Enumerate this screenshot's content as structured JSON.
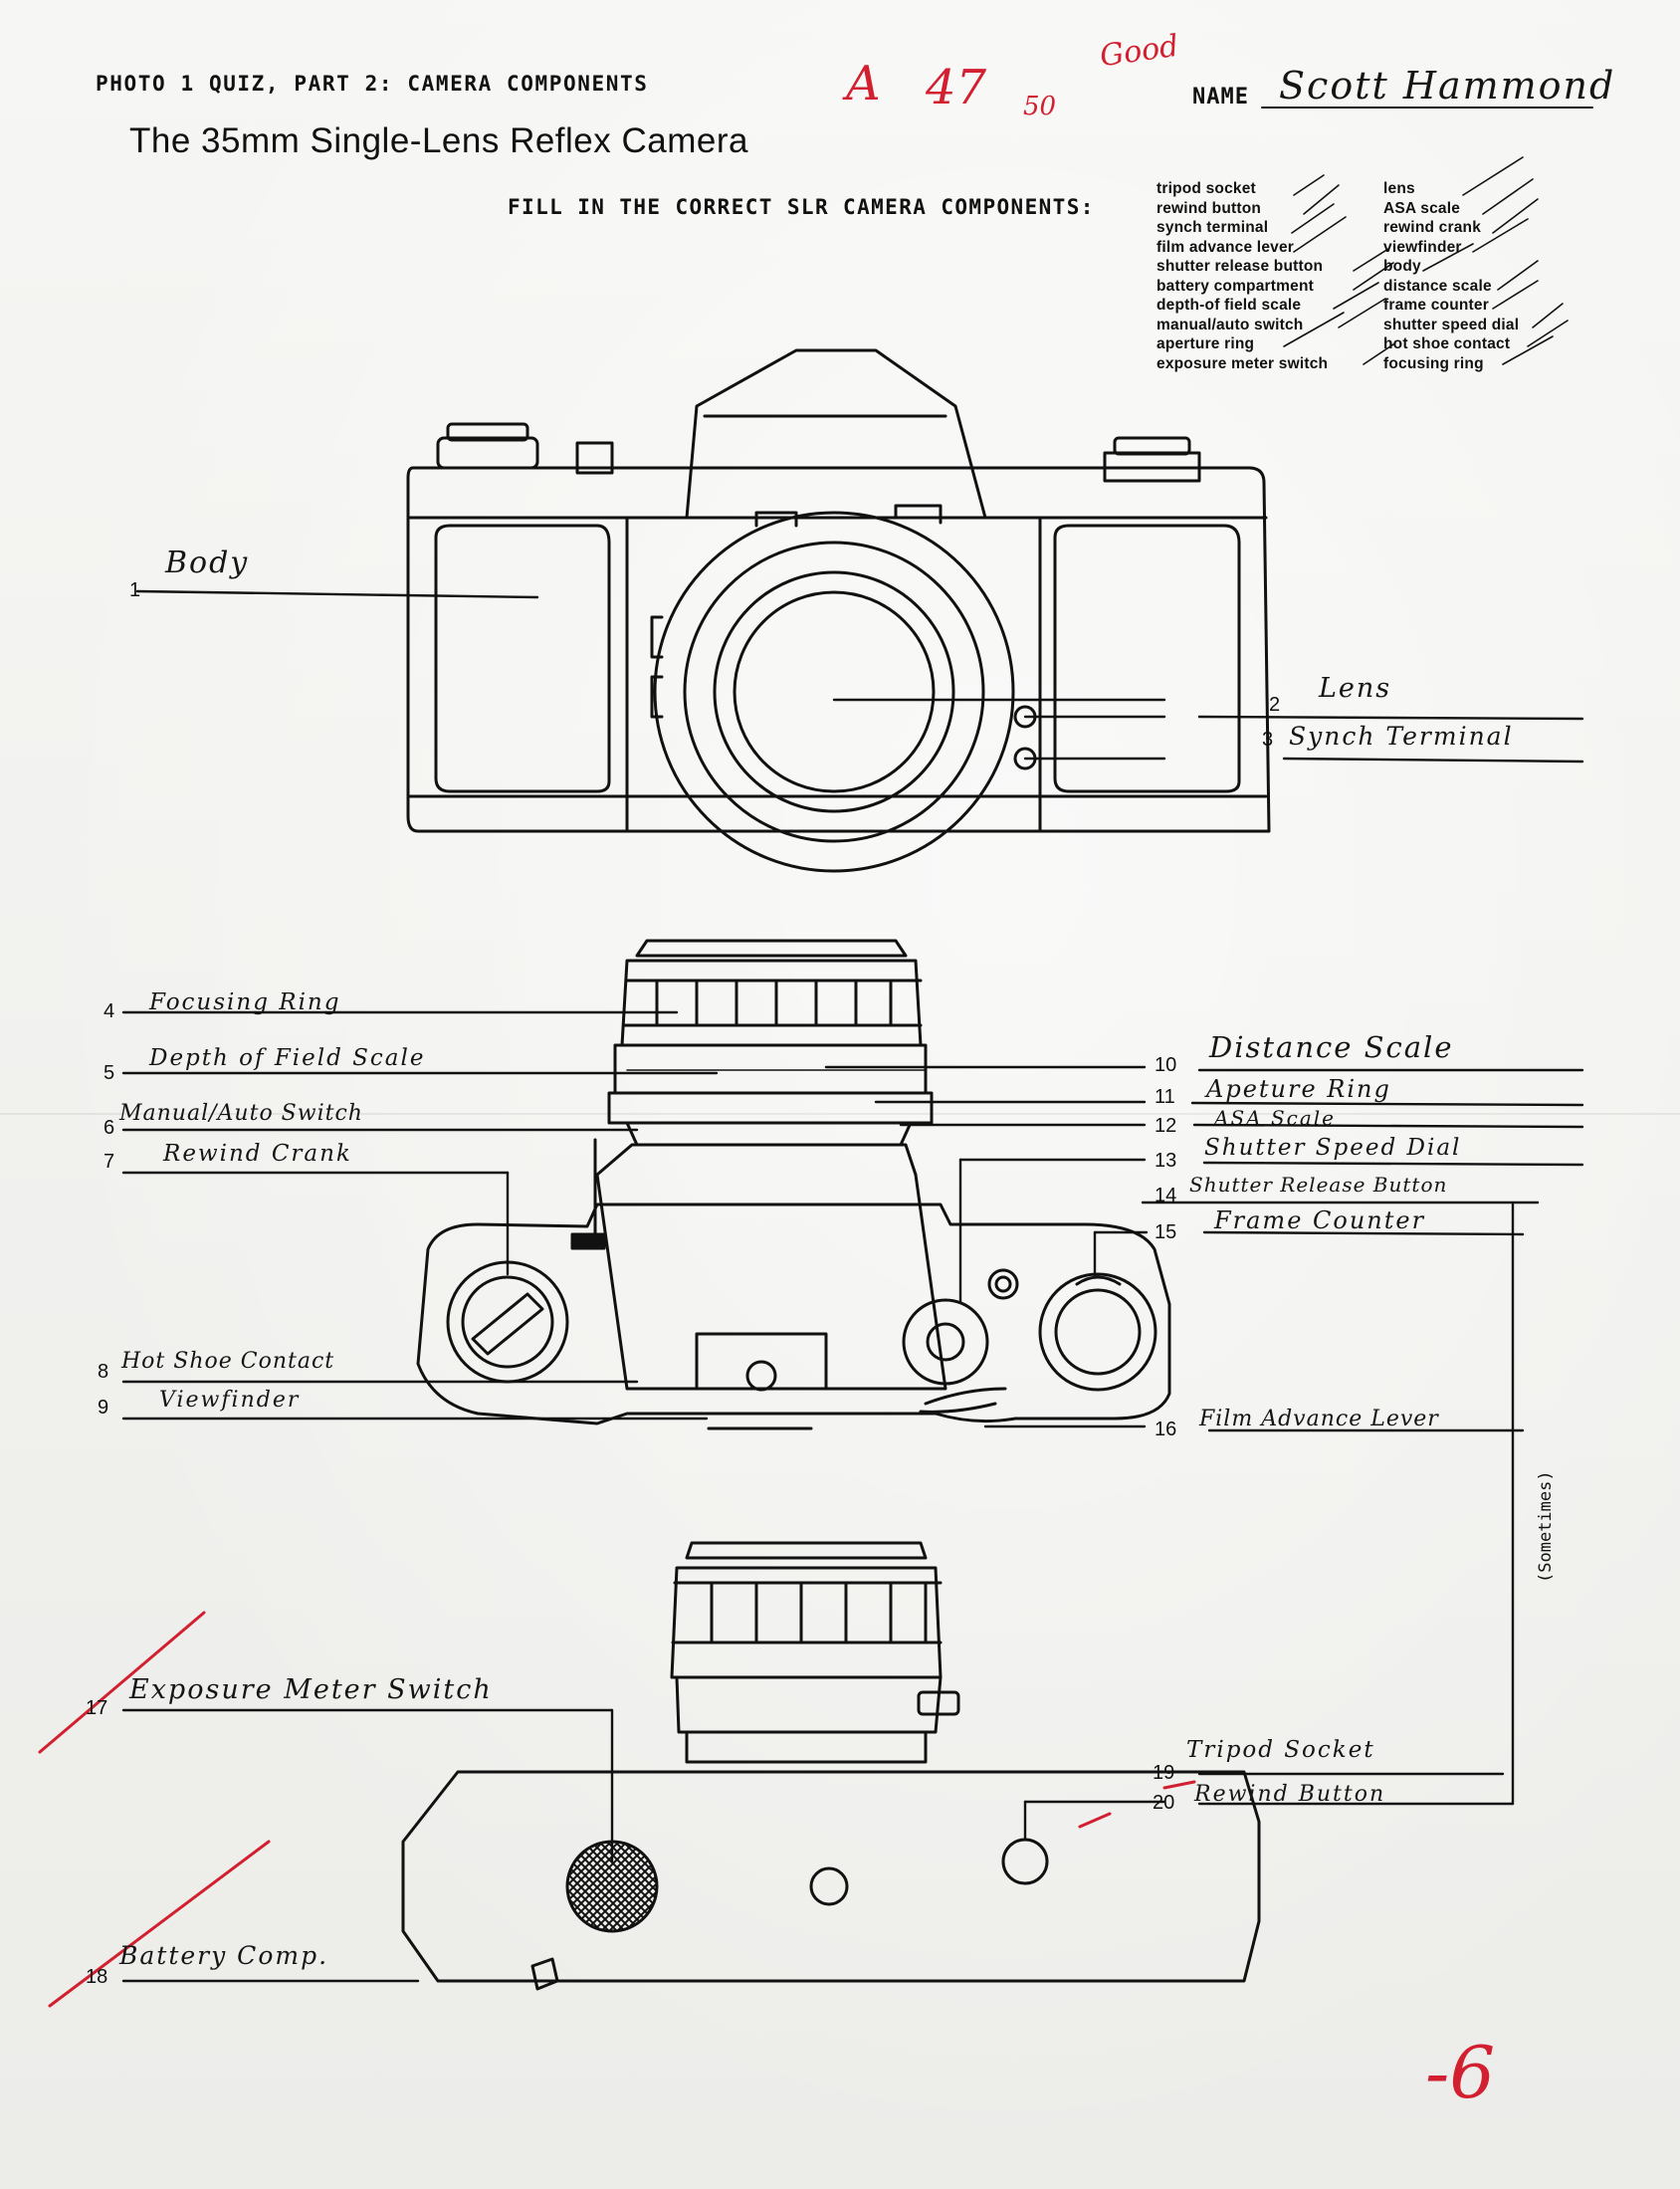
{
  "header": {
    "quiz_title": "PHOTO 1 QUIZ, PART 2: CAMERA COMPONENTS",
    "subtitle": "The 35mm Single-Lens Reflex Camera",
    "instruction": "FILL IN THE CORRECT SLR CAMERA COMPONENTS:",
    "name_label": "NAME",
    "student_name": "Scott Hammond"
  },
  "grading": {
    "letter_grade": "A",
    "score": "47",
    "score_total": "50",
    "comment": "Good",
    "deduction": "-6"
  },
  "word_bank": {
    "left": [
      "tripod socket",
      "rewind button",
      "synch terminal",
      "film advance lever",
      "shutter release button",
      "battery compartment",
      "depth-of field scale",
      "manual/auto switch",
      "aperture ring",
      "exposure meter switch"
    ],
    "right": [
      "lens",
      "ASA scale",
      "rewind crank",
      "viewfinder",
      "body",
      "distance scale",
      "frame counter",
      "shutter speed dial",
      "hot shoe contact",
      "focusing ring"
    ]
  },
  "labels": [
    {
      "number": "1",
      "answer": "Body"
    },
    {
      "number": "2",
      "answer": "Lens"
    },
    {
      "number": "3",
      "answer": "Synch Terminal"
    },
    {
      "number": "4",
      "answer": "Focusing Ring"
    },
    {
      "number": "5",
      "answer": "Depth of Field Scale"
    },
    {
      "number": "6",
      "answer": "Manual/Auto Switch"
    },
    {
      "number": "7",
      "answer": "Rewind Crank"
    },
    {
      "number": "8",
      "answer": "Hot Shoe Contact"
    },
    {
      "number": "9",
      "answer": "Viewfinder"
    },
    {
      "number": "10",
      "answer": "Distance Scale"
    },
    {
      "number": "11",
      "answer": "Apeture Ring"
    },
    {
      "number": "12",
      "answer": "ASA Scale"
    },
    {
      "number": "13",
      "answer": "Shutter Speed Dial"
    },
    {
      "number": "14",
      "answer": "Shutter Release Button"
    },
    {
      "number": "15",
      "answer": "Frame Counter"
    },
    {
      "number": "16",
      "answer": "Film Advance Lever"
    },
    {
      "number": "17",
      "answer": "Exposure Meter Switch"
    },
    {
      "number": "18",
      "answer": "Battery Comp."
    },
    {
      "number": "19",
      "answer": "Tripod Socket"
    },
    {
      "number": "20",
      "answer": "Rewind Button"
    }
  ],
  "margin_note": "(Sometimes)"
}
